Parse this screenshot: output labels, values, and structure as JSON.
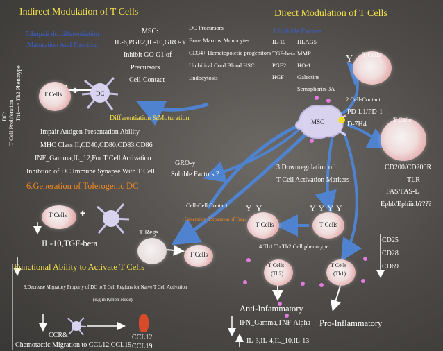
{
  "indirect": {
    "title": "Indirect Modulation of T Cells",
    "impair_dc": "5.Impair dc differentiation",
    "maturation": ".Maturation And Function",
    "dc_header": "DC:",
    "dc_prolif": "T Cell Proliferation",
    "dc_th": "Th1---> Th2 Phenotype",
    "cell_t": "T Cells",
    "cell_dc": "DC",
    "diff_mot": "Differentiation &Moturation",
    "impair_list": [
      "Impair Antigen Presentation Ability",
      "MHC Class II,CD40,CD80,CD83,CD86",
      "INF_Gamma,IL_12,For T Cell Activation",
      "Inhibtion of DC Immune Synapse With T Cell"
    ],
    "gro": "GRO-y",
    "soluble_q": "Soluble Factors ?",
    "tolerogenic": "6.Generation of Tolerogenic DC",
    "il10": "IL-10,TGF-beta",
    "functional": "Functional Ability to Activate T Cells",
    "cell_cell": "Cell-Cell Contact",
    "gen_treg": "+Generation /Expansion of Tregs",
    "tregs": "T Regs",
    "decrease": "8.Decrease Migratory Property of DC to T Cell Regions for Naive T Cell Activation",
    "lymph": "(e.g.in lymph Node)",
    "ccr": "CCR&",
    "chemo": "Chemotactic Migration to CCL12,CCL19",
    "ccl12": "CCL12",
    "ccl19": "CCL19"
  },
  "msc": {
    "header": "MSC:",
    "line1": "IL-6,PGE2,IL-10,GRO-Y",
    "line2": "Inhibit GO G1 of",
    "line3": "Precursors",
    "line4": "Cell-Contact",
    "precursors": [
      "DC Precursors",
      "Bone Marrow Monocytes",
      "CD34+ Hematopoietic progenitors",
      "Umbilical Cord Blood HSC",
      "Endocytosis"
    ],
    "cell_label": "MSC"
  },
  "direct": {
    "title": "Direct Modulation of T Cells",
    "soluble": "1.Soluble Factors",
    "factors_left": [
      "IL-10",
      "TGF-beta",
      "PGE2",
      "HGF"
    ],
    "factors_right": [
      "HLAG5",
      "MMP",
      "HO-1",
      "Galectins",
      "Semaphorin-3A"
    ],
    "cell_contact": "2.Cell-Contact",
    "pdl": "PD-L1/PD-1",
    "d7": "D-7H4",
    "receptors": [
      "CD200/CD200R",
      "TLR",
      "FAS/FAS-L",
      "Ephb/Ephiinb????"
    ],
    "downreg1": "3.Downregulation of",
    "downreg2": "T Cell Activation Markers",
    "markers": [
      "CD25",
      "CD28",
      "CD69"
    ],
    "th1th2": "4.Th1 To Th2 Cell phenotype",
    "th2": "(Th2)",
    "th1": "(Th1)",
    "anti": "Anti-Infammatory",
    "pro": "Pro-Inflammatory",
    "ifn": "IFN_Gamma,TNF-Alpha",
    "il": "IL-3,IL-4,IL_10,IL-13"
  }
}
